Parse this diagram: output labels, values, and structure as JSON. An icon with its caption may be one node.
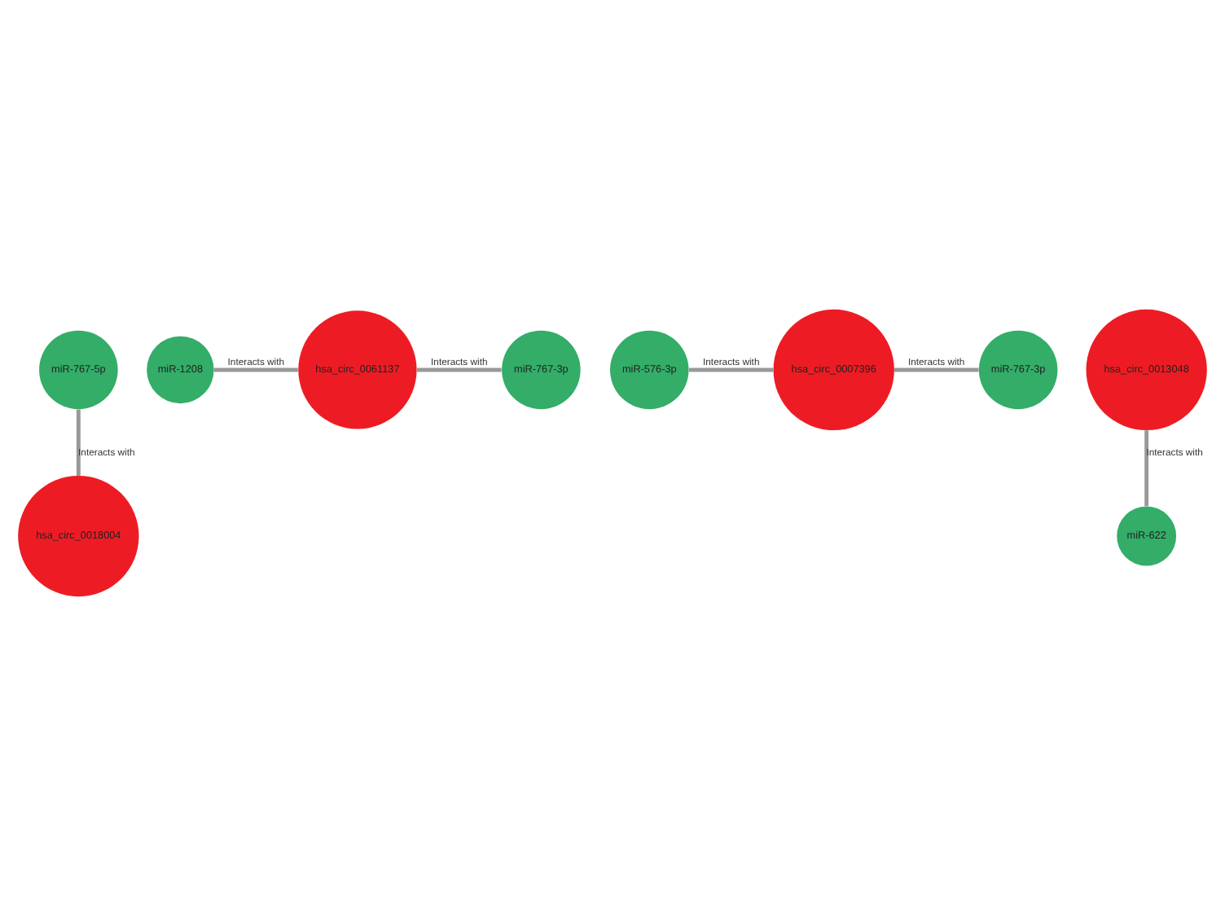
{
  "diagram": {
    "nodes": [
      {
        "text": [
          "miR-767-5p"
        ]
      },
      {
        "text": [
          "hsa_circ_0018004"
        ]
      },
      {
        "text": [
          "miR-1208"
        ]
      },
      {
        "text": [
          "hsa_circ_0061137"
        ]
      },
      {
        "text": [
          "miR-767-3p"
        ]
      },
      {
        "text": [
          "miR-576-3p"
        ]
      },
      {
        "text": [
          "hsa_circ_0007396"
        ]
      },
      {
        "text": [
          "miR-767-3p"
        ]
      },
      {
        "text": [
          "hsa_circ_0013048"
        ]
      },
      {
        "text": [
          "miR-622"
        ]
      }
    ],
    "edges": [
      {
        "from": 0,
        "to": 1,
        "arrow": "none",
        "label": "Interacts with"
      },
      {
        "from": 2,
        "to": 3,
        "arrow": "none",
        "label": "Interacts with"
      },
      {
        "from": 3,
        "to": 4,
        "arrow": "none",
        "label": "Interacts with"
      },
      {
        "from": 5,
        "to": 6,
        "arrow": "none",
        "label": "Interacts with"
      },
      {
        "from": 6,
        "to": 7,
        "arrow": "none",
        "label": "Interacts with"
      },
      {
        "from": 8,
        "to": 9,
        "arrow": "none",
        "label": "Interacts with"
      }
    ]
  }
}
